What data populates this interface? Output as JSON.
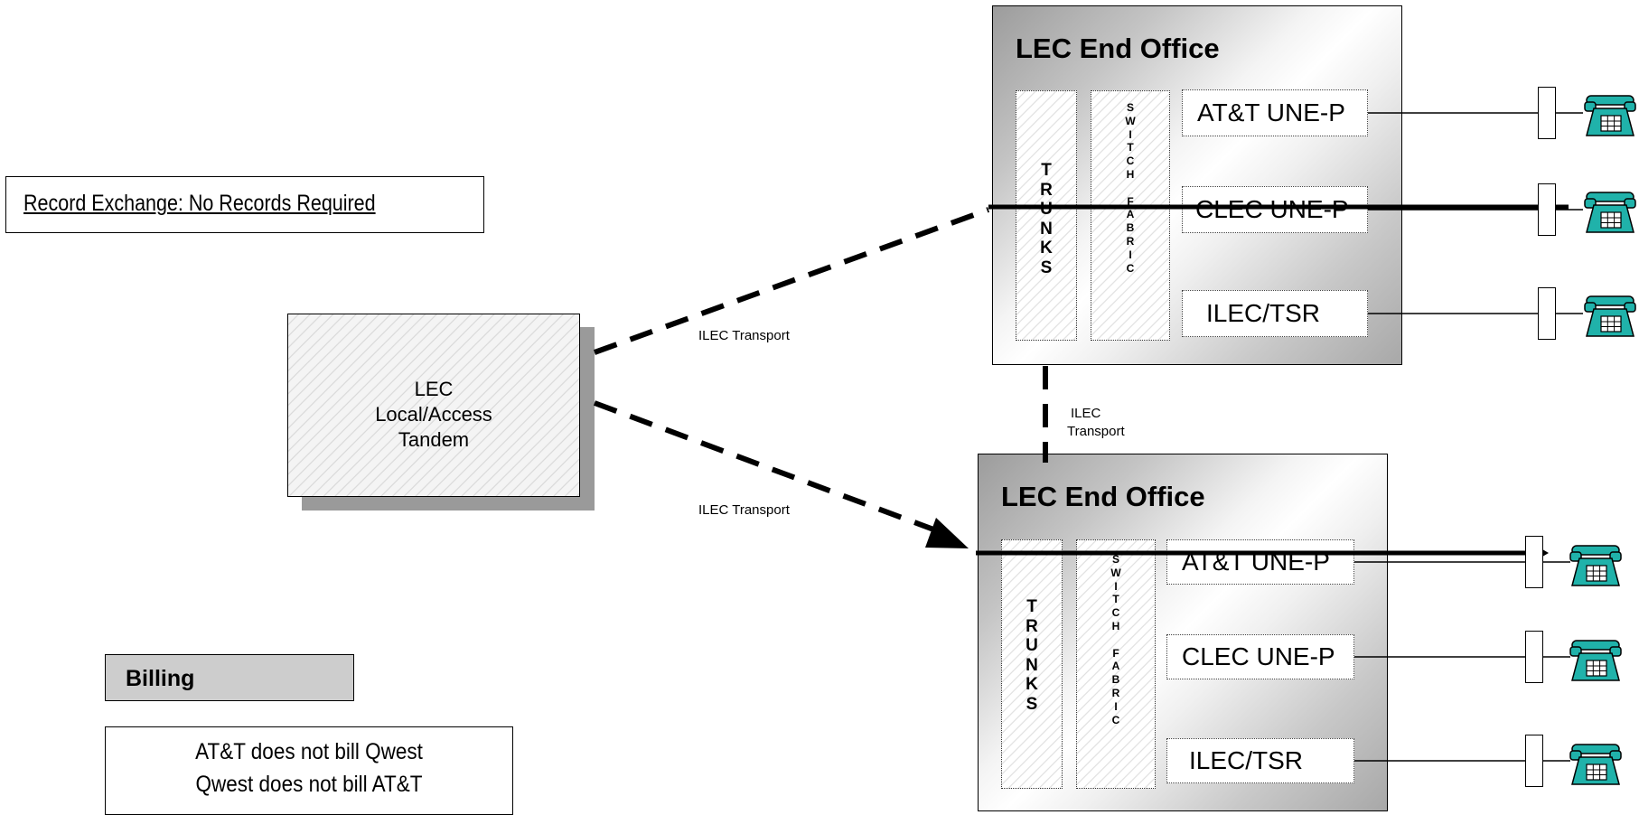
{
  "record_exchange": "Record Exchange: No Records Required",
  "tandem": {
    "lines": [
      "LEC",
      "Local/Access",
      "Tandem"
    ]
  },
  "offices": [
    {
      "title": "LEC End Office",
      "trunks": "TRUNKS",
      "switch_fabric": "SWITCH FABRIC",
      "services": [
        "AT&T UNE-P",
        "CLEC UNE-P",
        "ILEC/TSR"
      ]
    },
    {
      "title": "LEC End Office",
      "trunks": "TRUNKS",
      "switch_fabric": "SWITCH FABRIC",
      "services": [
        "AT&T UNE-P",
        "CLEC UNE-P",
        "ILEC/TSR"
      ]
    }
  ],
  "links": {
    "tandem_to_top": "ILEC  Transport",
    "tandem_to_bottom": "ILEC  Transport",
    "office_to_office": [
      "ILEC",
      "Transport"
    ]
  },
  "billing": {
    "heading": "Billing",
    "lines": [
      "AT&T does not bill Qwest",
      "Qwest does not bill AT&T"
    ]
  },
  "icons": {
    "phone": "phone-icon",
    "phone_color": "#20b2aa"
  }
}
